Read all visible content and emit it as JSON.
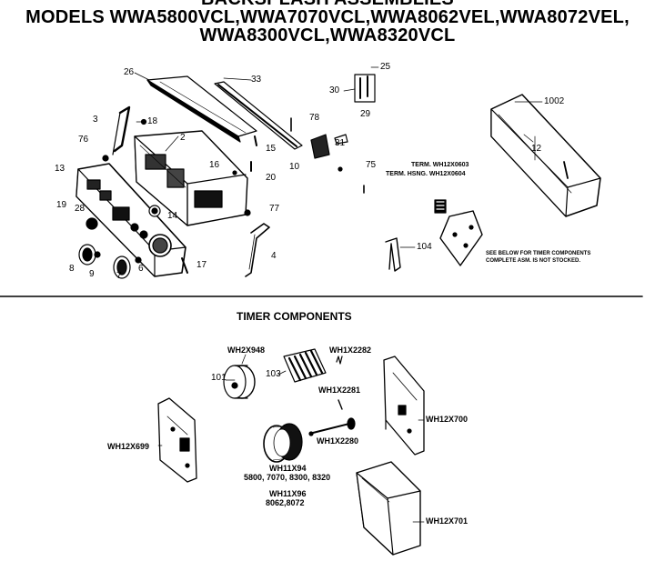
{
  "header": {
    "line0": "BACKSPLASH ASSEMBLIES",
    "line1": "MODELS WWA5800VCL,WWA7070VCL,WWA8062VEL,WWA8072VEL,",
    "line2": "WWA8300VCL,WWA8320VCL"
  },
  "backsplash_callouts": [
    "26",
    "33",
    "25",
    "30",
    "29",
    "78",
    "31",
    "3",
    "18",
    "76",
    "2",
    "15",
    "16",
    "20",
    "10",
    "75",
    "13",
    "19",
    "28",
    "14",
    "77",
    "4",
    "8",
    "9",
    "7",
    "6",
    "17",
    "1002",
    "12"
  ],
  "terminal_notes": {
    "term": "TERM. WH12X0603",
    "term_hsng": "TERM. HSNG. WH12X0604"
  },
  "timer_callout": "104",
  "timer_note": [
    "SEE BELOW FOR TIMER COMPONENTS",
    "COMPLETE ASM. IS NOT STOCKED."
  ],
  "timer_section": {
    "title": "TIMER COMPONENTS",
    "labels": {
      "wh2x948": "WH2X948",
      "p101": "101",
      "p103": "103",
      "wh1x2282": "WH1X2282",
      "wh1x2281": "WH1X2281",
      "wh1x2280": "WH1X2280",
      "wh12x700": "WH12X700",
      "wh12x699": "WH12X699",
      "wh11x94": "WH11X94",
      "wh11x94_models": "5800, 7070, 8300, 8320",
      "wh11x96": "WH11X96",
      "wh11x96_models": "8062,8072",
      "wh12x701": "WH12X701"
    }
  }
}
